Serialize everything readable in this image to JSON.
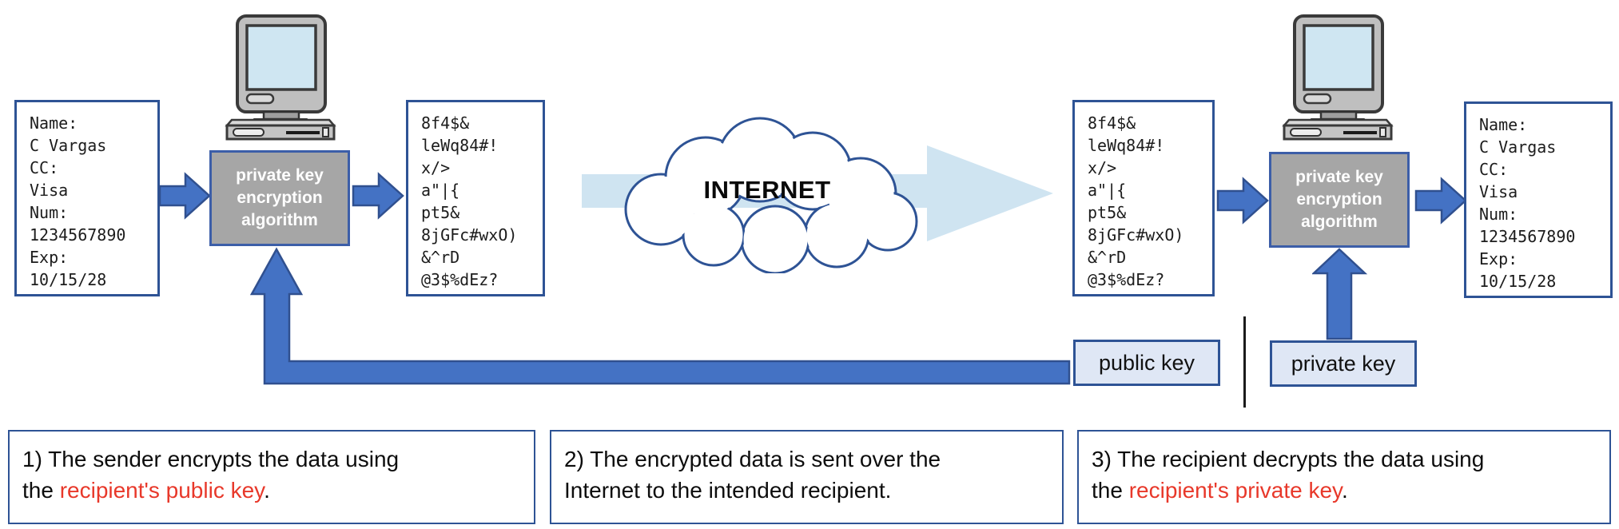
{
  "sender_card": {
    "lines": [
      "Name:",
      "C Vargas",
      "CC:",
      "Visa",
      "Num:",
      "1234567890",
      "Exp:",
      "10/15/28"
    ]
  },
  "encrypted_left": {
    "lines": [
      "8f4$&",
      "leWq84#!",
      "x/>",
      "a\"|{",
      "pt5&",
      "8jGFc#wxO)",
      "&^rD",
      "@3$%dEz?"
    ]
  },
  "algorithm_sender": {
    "lines": [
      "private key",
      "encryption",
      "algorithm"
    ]
  },
  "internet": {
    "label": "INTERNET"
  },
  "encrypted_right": {
    "lines": [
      "8f4$&",
      "leWq84#!",
      "x/>",
      "a\"|{",
      "pt5&",
      "8jGFc#wxO)",
      "&^rD",
      "@3$%dEz?"
    ]
  },
  "algorithm_recipient": {
    "lines": [
      "private key",
      "encryption",
      "algorithm"
    ]
  },
  "recipient_card": {
    "lines": [
      "Name:",
      "C Vargas",
      "CC:",
      "Visa",
      "Num:",
      "1234567890",
      "Exp:",
      "10/15/28"
    ]
  },
  "keys": {
    "public_label": "public key",
    "private_label": "private key"
  },
  "steps": [
    {
      "line1": "1) The sender encrypts the data using",
      "line2_prefix": "the ",
      "line2_red": "recipient's public key",
      "line2_suffix": "."
    },
    {
      "line1": "2) The encrypted data is sent over the",
      "line2_prefix": "Internet to the intended recipient.",
      "line2_red": "",
      "line2_suffix": ""
    },
    {
      "line1": "3) The recipient decrypts the data using",
      "line2_prefix": "the ",
      "line2_red": "recipient's private key",
      "line2_suffix": "."
    }
  ],
  "colors": {
    "arrow_blue": "#4472c4",
    "arrow_blue_border": "#30508f",
    "light_arrow": "#cfe4f1",
    "box_border_blue": "#2e5395",
    "gray_fill": "#a6a6a6",
    "key_box_fill": "#dfe7f5",
    "red_text": "#e8382a"
  }
}
